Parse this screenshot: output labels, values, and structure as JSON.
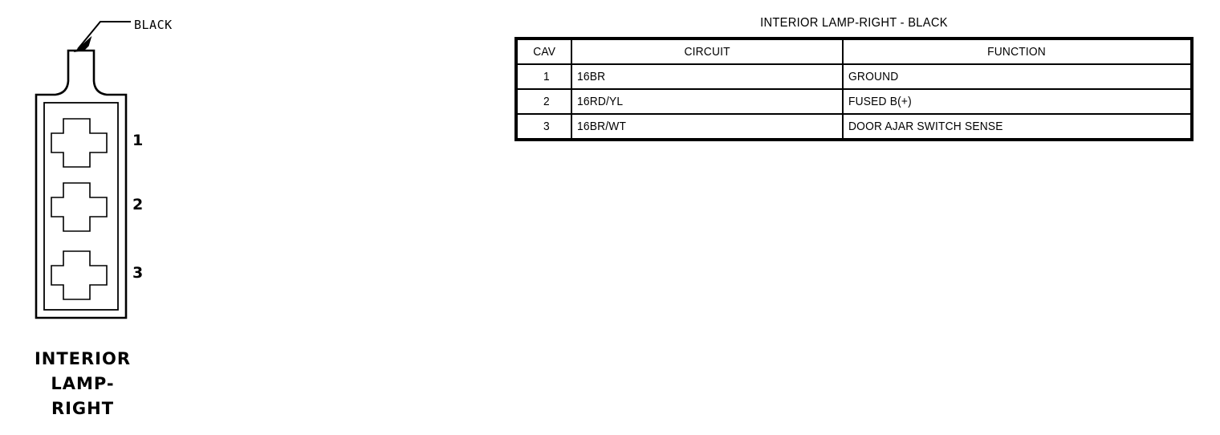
{
  "connector": {
    "wire_label": "BLACK",
    "caption_lines": [
      "INTERIOR",
      "LAMP-",
      "RIGHT"
    ],
    "cavity_numbers": [
      "1",
      "2",
      "3"
    ],
    "cavity_count": 3,
    "terminal_shape": "cross",
    "colors": {
      "line": "#000000",
      "background": "#ffffff"
    }
  },
  "table": {
    "title": "INTERIOR LAMP-RIGHT - BLACK",
    "headers": [
      "CAV",
      "CIRCUIT",
      "FUNCTION"
    ],
    "rows": [
      {
        "cav": "1",
        "circuit": "16BR",
        "function": "GROUND"
      },
      {
        "cav": "2",
        "circuit": "16RD/YL",
        "function": "FUSED B(+)"
      },
      {
        "cav": "3",
        "circuit": "16BR/WT",
        "function": "DOOR AJAR SWITCH SENSE"
      }
    ]
  }
}
